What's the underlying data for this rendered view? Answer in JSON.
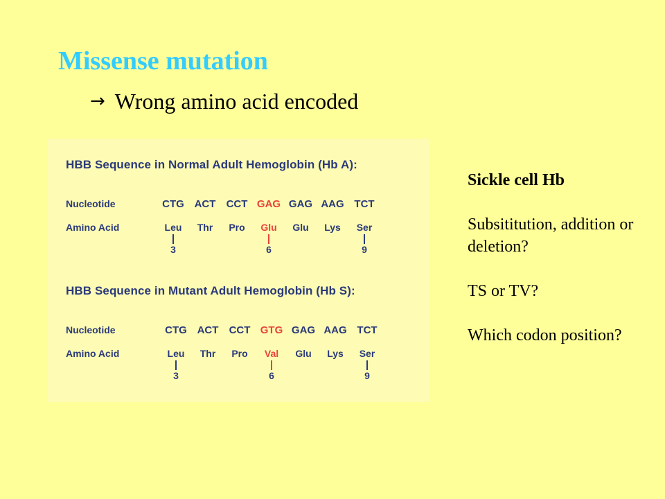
{
  "title": "Missense mutation",
  "subtitle": {
    "arrow": "→",
    "text": "Wrong amino acid encoded"
  },
  "colors": {
    "background": "#ffff99",
    "title": "#33ccff",
    "figure_text": "#2b3a7a",
    "figure_highlight": "#e8443a"
  },
  "figure": {
    "normal": {
      "title": "HBB Sequence in Normal Adult Hemoglobin (Hb A):",
      "nucleotide_label": "Nucleotide",
      "amino_acid_label": "Amino Acid",
      "codons": [
        "CTG",
        "ACT",
        "CCT",
        "GAG",
        "GAG",
        "AAG",
        "TCT"
      ],
      "amino_acids": [
        "Leu",
        "Thr",
        "Pro",
        "Glu",
        "Glu",
        "Lys",
        "Ser"
      ],
      "positions": [
        "3",
        "6",
        "9"
      ]
    },
    "mutant": {
      "title": "HBB Sequence in Mutant Adult Hemoglobin (Hb S):",
      "nucleotide_label": "Nucleotide",
      "amino_acid_label": "Amino Acid",
      "codons": [
        "CTG",
        "ACT",
        "CCT",
        "GTG",
        "GAG",
        "AAG",
        "TCT"
      ],
      "amino_acids": [
        "Leu",
        "Thr",
        "Pro",
        "Val",
        "Glu",
        "Lys",
        "Ser"
      ],
      "positions": [
        "3",
        "6",
        "9"
      ]
    }
  },
  "side": {
    "heading": "Sickle cell Hb",
    "questions": [
      "Subsititution, addition or deletion?",
      "TS or TV?",
      "Which codon position?"
    ]
  }
}
